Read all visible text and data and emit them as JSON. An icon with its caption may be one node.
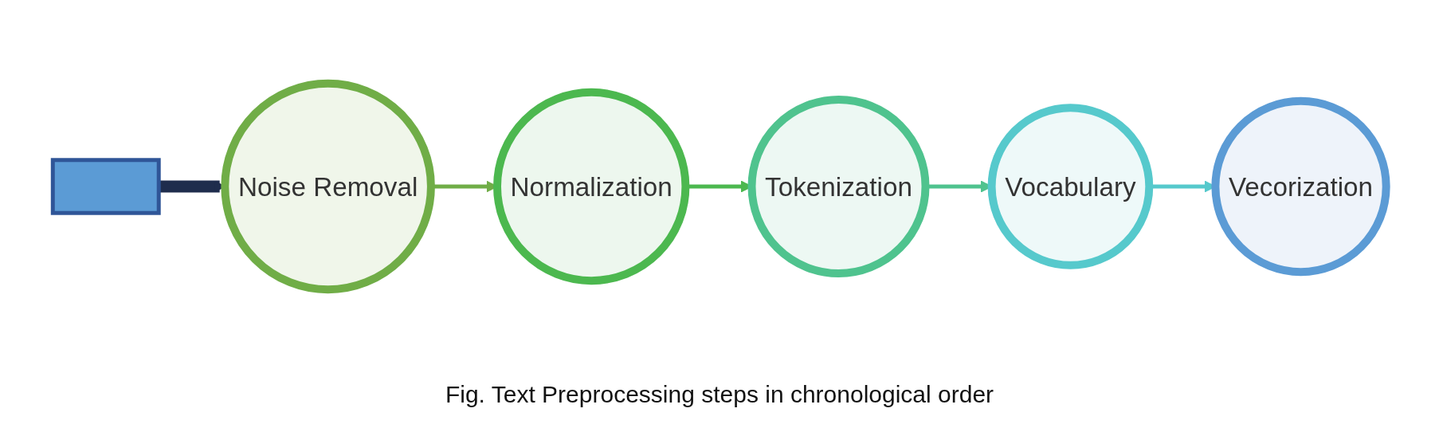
{
  "diagram": {
    "caption": "Fig. Text Preprocessing steps in chronological order",
    "nodes": [
      {
        "text": [],
        "shape": "picture"
      },
      {
        "text": [
          "Noise Removal"
        ]
      },
      {
        "text": [
          "Normalization"
        ]
      },
      {
        "text": [
          "Tokenization"
        ]
      },
      {
        "text": [
          "Vocabulary"
        ]
      },
      {
        "text": [
          "Vecorization"
        ]
      }
    ],
    "edges": [
      {
        "from": 0,
        "to": 1,
        "arrow": "to",
        "style": "thick"
      },
      {
        "from": 1,
        "to": 2,
        "arrow": "to",
        "color": "#70ad47"
      },
      {
        "from": 2,
        "to": 3,
        "arrow": "to",
        "color": "#4cb84f"
      },
      {
        "from": 3,
        "to": 4,
        "arrow": "to",
        "color": "#4fc38e"
      },
      {
        "from": 4,
        "to": 5,
        "arrow": "to",
        "color": "#56c9cc"
      }
    ]
  }
}
